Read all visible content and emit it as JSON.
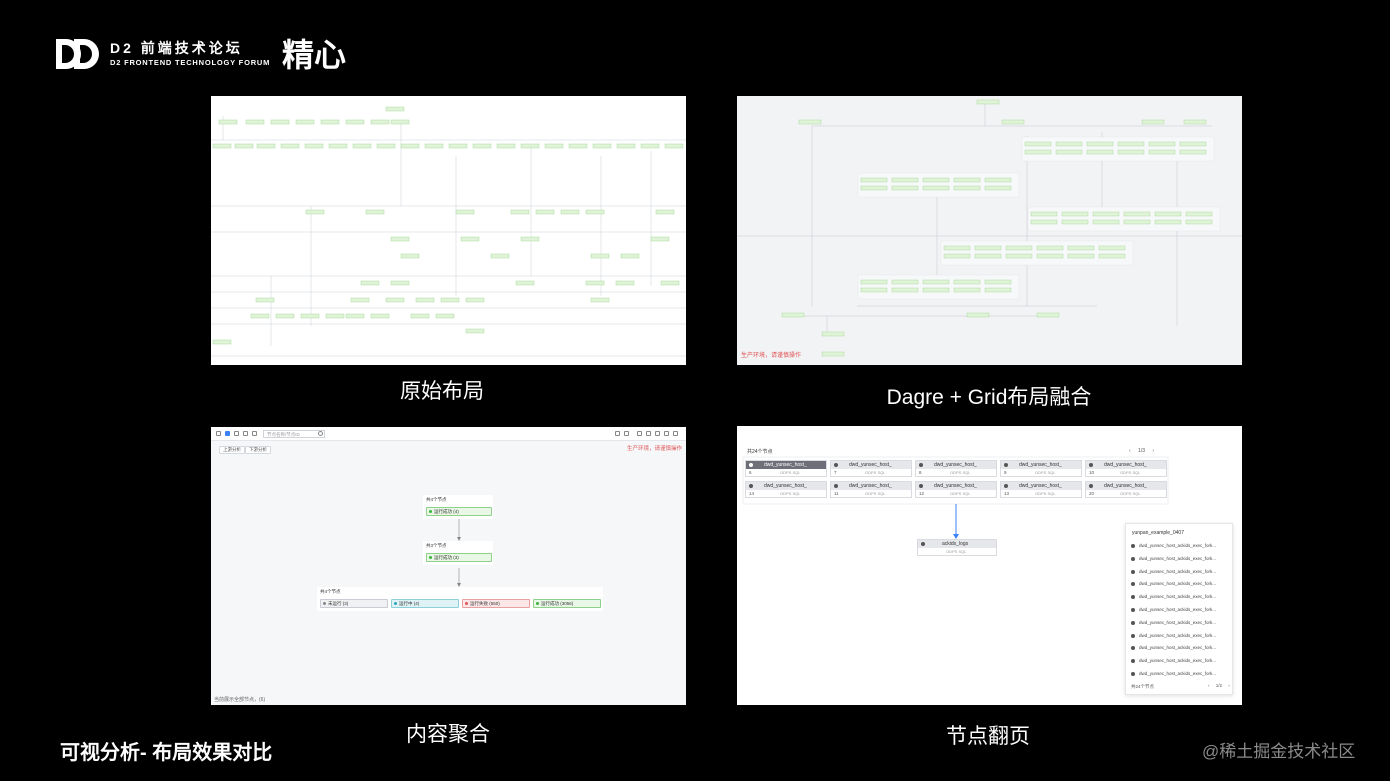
{
  "header": {
    "logo_title": "D2 前端技术论坛",
    "logo_subtitle": "D2 FRONTEND TECHNOLOGY FORUM",
    "logo_brand": "精心"
  },
  "panels": [
    {
      "caption": "原始布局"
    },
    {
      "caption": "Dagre + Grid布局融合",
      "warning": "生产环境，请谨慎操作"
    },
    {
      "caption": "内容聚合",
      "search_placeholder": "节点名称/节点ID",
      "warning": "生产环境，请谨慎操作",
      "buttons": [
        "上游分析",
        "下游分析"
      ],
      "groups": [
        {
          "title": "共4个节点",
          "node": "运行成功 (4)"
        },
        {
          "title": "共3个节点",
          "node": "运行成功 (3)"
        },
        {
          "title": "共4个节点",
          "nodes": [
            "未运行 (3)",
            "运行中 (4)",
            "运行失败 (550)",
            "运行成功 (3056)"
          ]
        }
      ],
      "footer": "当前展示全部节点，(6)"
    },
    {
      "caption": "节点翻页",
      "total": "共24个节点",
      "pager": "1/3",
      "card_label": "dwd_yunsec_host_",
      "card_value": "ODPS SQL",
      "card_numbers": [
        "6",
        "7",
        "8",
        "9",
        "10",
        "14",
        "11",
        "12",
        "13",
        "20"
      ],
      "center_node": "ackids_logs",
      "center_value": "ODPS SQL",
      "list_title": "yunpan_example_0407",
      "list_item": "dwd_yunsec_host_ackids_exec_fork...",
      "list_footer": "共24个节点",
      "list_pager": "1/2"
    }
  ],
  "footer": {
    "title": "可视分析- 布局效果对比",
    "watermark": "@稀土掘金技术社区"
  }
}
